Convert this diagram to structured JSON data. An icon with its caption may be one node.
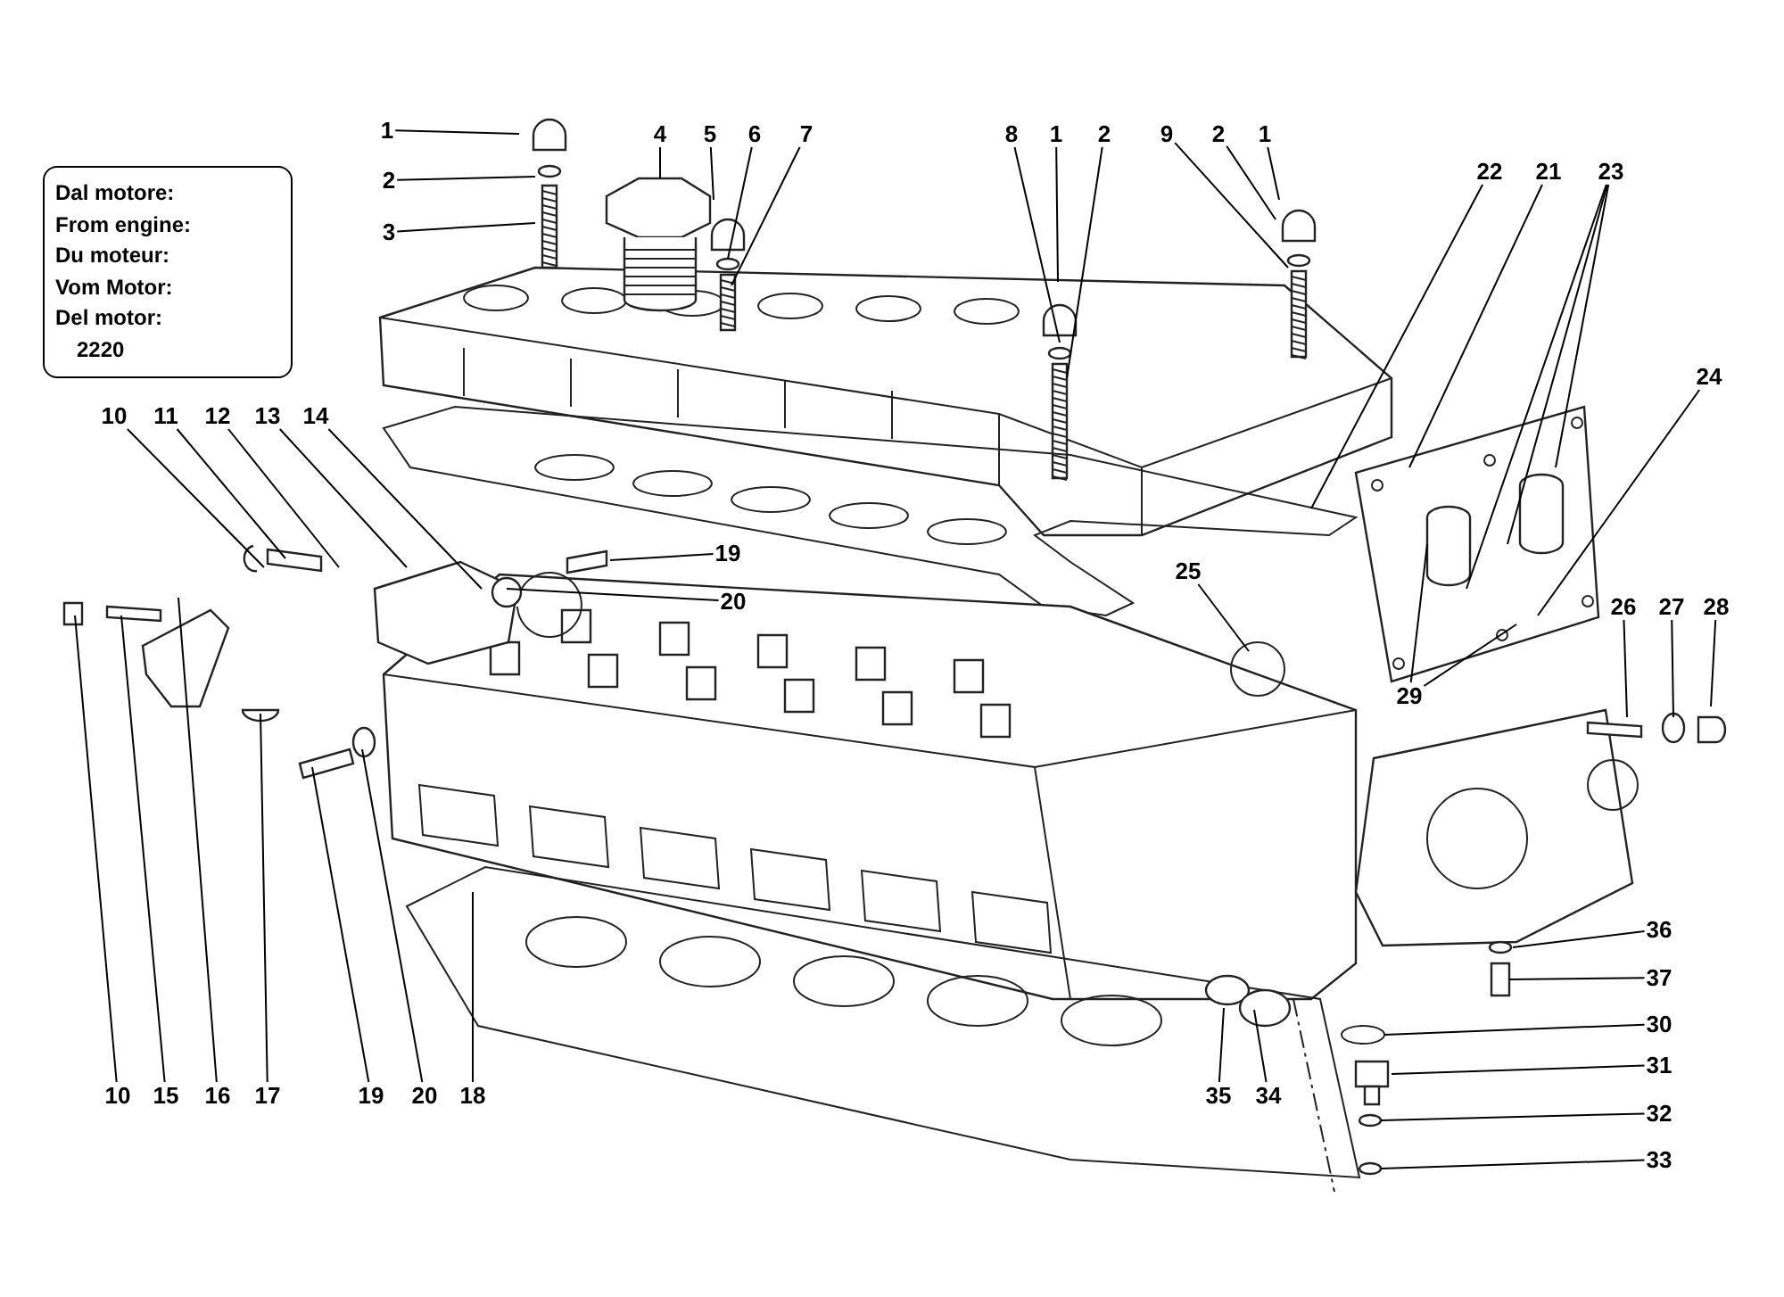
{
  "diagram": {
    "nodes": [
      {
        "text": [
          "Dal motore:",
          "From engine:",
          "Du moteur:",
          "Vom Motor:",
          "Del motor:",
          "2220"
        ]
      },
      {
        "text": [
          "1"
        ]
      },
      {
        "text": [
          "4"
        ]
      },
      {
        "text": [
          "5"
        ]
      },
      {
        "text": [
          "6"
        ]
      },
      {
        "text": [
          "7"
        ]
      },
      {
        "text": [
          "8"
        ]
      },
      {
        "text": [
          "1"
        ]
      },
      {
        "text": [
          "2"
        ]
      },
      {
        "text": [
          "9"
        ]
      },
      {
        "text": [
          "2"
        ]
      },
      {
        "text": [
          "1"
        ]
      },
      {
        "text": [
          "2"
        ]
      },
      {
        "text": [
          "22"
        ]
      },
      {
        "text": [
          "21"
        ]
      },
      {
        "text": [
          "23"
        ]
      },
      {
        "text": [
          "3"
        ]
      },
      {
        "text": [
          "24"
        ]
      },
      {
        "text": [
          "10"
        ]
      },
      {
        "text": [
          "11"
        ]
      },
      {
        "text": [
          "12"
        ]
      },
      {
        "text": [
          "13"
        ]
      },
      {
        "text": [
          "14"
        ]
      },
      {
        "text": [
          "19"
        ]
      },
      {
        "text": [
          "25"
        ]
      },
      {
        "text": [
          "20"
        ]
      },
      {
        "text": [
          "26"
        ]
      },
      {
        "text": [
          "27"
        ]
      },
      {
        "text": [
          "28"
        ]
      },
      {
        "text": [
          "29"
        ]
      },
      {
        "text": [
          "36"
        ]
      },
      {
        "text": [
          "37"
        ]
      },
      {
        "text": [
          "30"
        ]
      },
      {
        "text": [
          "31"
        ]
      },
      {
        "text": [
          "10"
        ]
      },
      {
        "text": [
          "15"
        ]
      },
      {
        "text": [
          "16"
        ]
      },
      {
        "text": [
          "17"
        ]
      },
      {
        "text": [
          "19"
        ]
      },
      {
        "text": [
          "20"
        ]
      },
      {
        "text": [
          "18"
        ]
      },
      {
        "text": [
          "35"
        ]
      },
      {
        "text": [
          "34"
        ]
      },
      {
        "text": [
          "32"
        ]
      },
      {
        "text": [
          "33"
        ]
      }
    ],
    "edges": [
      {
        "from": 1,
        "to": null,
        "arrow": "none"
      },
      {
        "from": 2,
        "to": null,
        "arrow": "none"
      },
      {
        "from": 3,
        "to": null,
        "arrow": "none"
      },
      {
        "from": 4,
        "to": null,
        "arrow": "none"
      },
      {
        "from": 5,
        "to": null,
        "arrow": "none"
      },
      {
        "from": 6,
        "to": null,
        "arrow": "none"
      },
      {
        "from": 7,
        "to": null,
        "arrow": "none"
      },
      {
        "from": 8,
        "to": null,
        "arrow": "none"
      },
      {
        "from": 9,
        "to": null,
        "arrow": "none"
      },
      {
        "from": 10,
        "to": null,
        "arrow": "none"
      },
      {
        "from": 11,
        "to": null,
        "arrow": "none"
      },
      {
        "from": 12,
        "to": null,
        "arrow": "none"
      },
      {
        "from": 13,
        "to": null,
        "arrow": "none"
      },
      {
        "from": 14,
        "to": null,
        "arrow": "none"
      },
      {
        "from": 15,
        "to": null,
        "arrow": "none"
      },
      {
        "from": 15,
        "to": null,
        "arrow": "none"
      },
      {
        "from": 15,
        "to": null,
        "arrow": "none"
      },
      {
        "from": 16,
        "to": null,
        "arrow": "none"
      },
      {
        "from": 17,
        "to": null,
        "arrow": "none"
      },
      {
        "from": 18,
        "to": null,
        "arrow": "none"
      },
      {
        "from": 19,
        "to": null,
        "arrow": "none"
      },
      {
        "from": 20,
        "to": null,
        "arrow": "none"
      },
      {
        "from": 21,
        "to": null,
        "arrow": "none"
      },
      {
        "from": 22,
        "to": null,
        "arrow": "none"
      },
      {
        "from": 23,
        "to": null,
        "arrow": "none"
      },
      {
        "from": 24,
        "to": null,
        "arrow": "none"
      },
      {
        "from": 25,
        "to": null,
        "arrow": "none"
      },
      {
        "from": 26,
        "to": null,
        "arrow": "none"
      },
      {
        "from": 27,
        "to": null,
        "arrow": "none"
      },
      {
        "from": 28,
        "to": null,
        "arrow": "none"
      },
      {
        "from": 29,
        "to": null,
        "arrow": "none"
      },
      {
        "from": 29,
        "to": null,
        "arrow": "none"
      },
      {
        "from": 30,
        "to": null,
        "arrow": "none"
      },
      {
        "from": 31,
        "to": null,
        "arrow": "none"
      },
      {
        "from": 32,
        "to": null,
        "arrow": "none"
      },
      {
        "from": 33,
        "to": null,
        "arrow": "none"
      },
      {
        "from": 34,
        "to": null,
        "arrow": "none"
      },
      {
        "from": 35,
        "to": null,
        "arrow": "none"
      },
      {
        "from": 36,
        "to": null,
        "arrow": "none"
      },
      {
        "from": 37,
        "to": null,
        "arrow": "none"
      },
      {
        "from": 38,
        "to": null,
        "arrow": "none"
      },
      {
        "from": 39,
        "to": null,
        "arrow": "none"
      },
      {
        "from": 40,
        "to": null,
        "arrow": "none"
      },
      {
        "from": 41,
        "to": null,
        "arrow": "none"
      },
      {
        "from": 42,
        "to": null,
        "arrow": "none"
      },
      {
        "from": 43,
        "to": null,
        "arrow": "none"
      },
      {
        "from": 44,
        "to": null,
        "arrow": "none"
      }
    ]
  }
}
